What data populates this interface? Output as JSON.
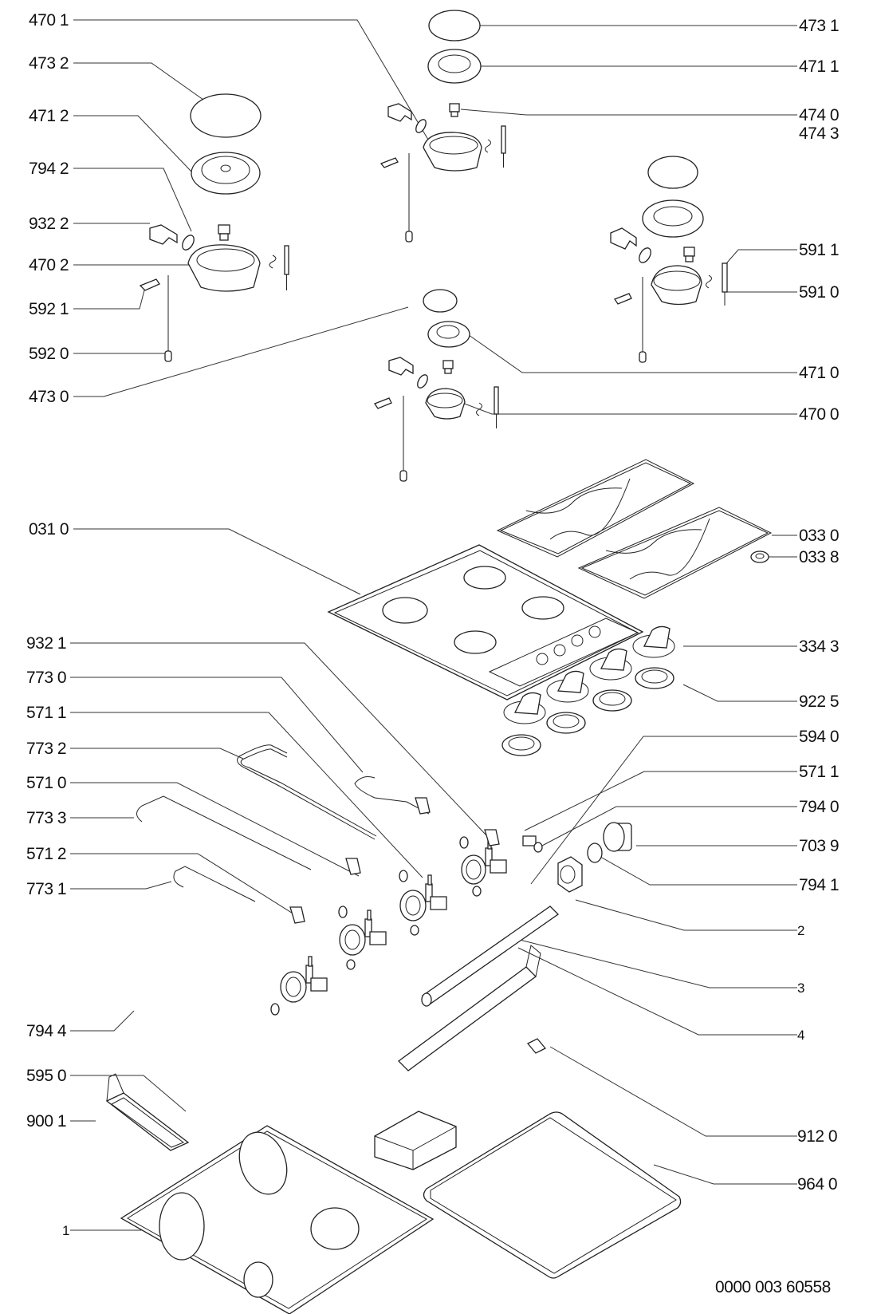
{
  "diagram": {
    "type": "exploded-parts-diagram",
    "subject": "gas hob",
    "drawing_number": "0000 003 60558",
    "left_labels": [
      {
        "id": "470-1",
        "text": "470 1",
        "part": "burner-cup-top"
      },
      {
        "id": "473-2",
        "text": "473 2",
        "part": "burner-cap-left"
      },
      {
        "id": "471-2",
        "text": "471 2",
        "part": "flame-spreader-left"
      },
      {
        "id": "794-2",
        "text": "794 2",
        "part": "seal-ring-left"
      },
      {
        "id": "932-2",
        "text": "932 2",
        "part": "clip-left"
      },
      {
        "id": "470-2",
        "text": "470 2",
        "part": "burner-cup-left"
      },
      {
        "id": "592-1",
        "text": "592 1",
        "part": "thermocouple-clip-left"
      },
      {
        "id": "592-0",
        "text": "592 0",
        "part": "thermocouple-left"
      },
      {
        "id": "473-0",
        "text": "473 0",
        "part": "burner-cap-small"
      },
      {
        "id": "031-0",
        "text": "031 0",
        "part": "hob-top-panel"
      },
      {
        "id": "932-1",
        "text": "932 1",
        "part": "clip"
      },
      {
        "id": "773-0",
        "text": "773 0",
        "part": "gas-pipe"
      },
      {
        "id": "571-1-left",
        "text": "571 1",
        "part": "gas-valve"
      },
      {
        "id": "773-2",
        "text": "773 2",
        "part": "gas-pipe-long"
      },
      {
        "id": "571-0",
        "text": "571 0",
        "part": "gas-valve"
      },
      {
        "id": "773-3",
        "text": "773 3",
        "part": "gas-pipe"
      },
      {
        "id": "571-2",
        "text": "571 2",
        "part": "gas-valve"
      },
      {
        "id": "773-1",
        "text": "773 1",
        "part": "gas-pipe-short"
      },
      {
        "id": "794-4",
        "text": "794 4",
        "part": "seal-ring"
      },
      {
        "id": "595-0",
        "text": "595 0",
        "part": "ignition-unit"
      },
      {
        "id": "900-1",
        "text": "900 1",
        "part": "bracket"
      },
      {
        "id": "1",
        "text": "1",
        "part": "base-tray"
      }
    ],
    "right_labels": [
      {
        "id": "473-1",
        "text": "473 1",
        "part": "burner-cap-top"
      },
      {
        "id": "471-1",
        "text": "471 1",
        "part": "flame-spreader-top"
      },
      {
        "id": "474-0",
        "text": "474 0",
        "part": "injector"
      },
      {
        "id": "474-3",
        "text": "474 3",
        "part": "injector-alt"
      },
      {
        "id": "591-1",
        "text": "591 1",
        "part": "spark-plug-clip"
      },
      {
        "id": "591-0",
        "text": "591 0",
        "part": "spark-plug"
      },
      {
        "id": "471-0",
        "text": "471 0",
        "part": "flame-spreader-small"
      },
      {
        "id": "470-0",
        "text": "470 0",
        "part": "burner-cup-small"
      },
      {
        "id": "033-0",
        "text": "033 0",
        "part": "pan-support"
      },
      {
        "id": "033-8",
        "text": "033 8",
        "part": "rubber-foot"
      },
      {
        "id": "334-3",
        "text": "334 3",
        "part": "control-knob"
      },
      {
        "id": "922-5",
        "text": "922 5",
        "part": "knob-bezel"
      },
      {
        "id": "594-0",
        "text": "594 0",
        "part": "valve-clip"
      },
      {
        "id": "571-1-right",
        "text": "571 1",
        "part": "gas-valve"
      },
      {
        "id": "794-0",
        "text": "794 0",
        "part": "seal-ring"
      },
      {
        "id": "703-9",
        "text": "703 9",
        "part": "gas-inlet-elbow"
      },
      {
        "id": "794-1",
        "text": "794 1",
        "part": "seal-ring"
      },
      {
        "id": "2",
        "text": "2",
        "part": "nut"
      },
      {
        "id": "3",
        "text": "3",
        "part": "gas-manifold-tube"
      },
      {
        "id": "4",
        "text": "4",
        "part": "manifold-bracket"
      },
      {
        "id": "912-0",
        "text": "912 0",
        "part": "screw"
      },
      {
        "id": "964-0",
        "text": "964 0",
        "part": "seal-gasket"
      }
    ]
  }
}
